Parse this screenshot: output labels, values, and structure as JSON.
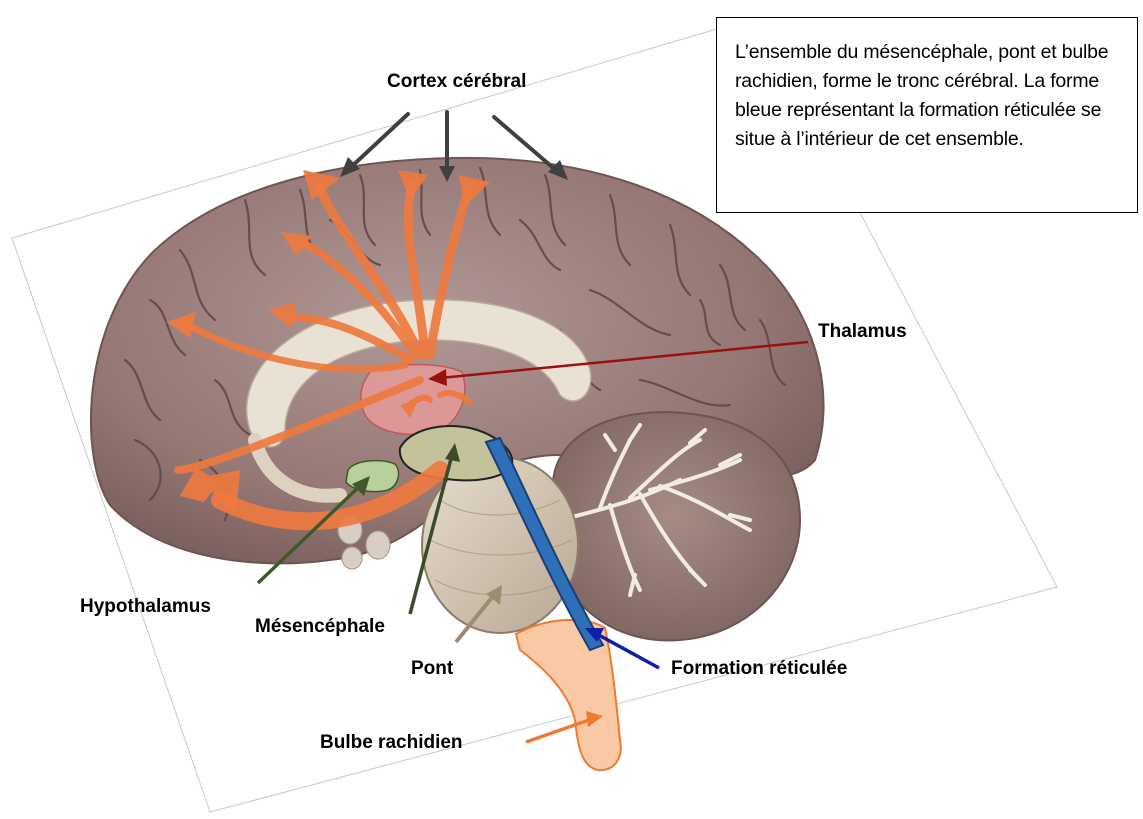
{
  "labels": {
    "cortex": "Cortex cérébral",
    "thalamus": "Thalamus",
    "hypothalamus": "Hypothalamus",
    "mesencephale": "Mésencéphale",
    "pont": "Pont",
    "formation_reticulee": "Formation réticulée",
    "bulbe": "Bulbe rachidien"
  },
  "note_text": "L’ensemble du mésencéphale, pont et bulbe rachidien, forme le tronc cérébral. La forme bleue représentant la formation réticulée se situe à l’intérieur de cet ensemble.",
  "colors": {
    "brain": "#9c7e7c",
    "thalamus": "#e8a0a0",
    "hypothalamus": "#b8d19a",
    "mesencephale": "#c4c29a",
    "reticular_formation": "#2f6fb8",
    "bulbe": "#f9c9a6",
    "orange_arrows": "#ee7a40",
    "cortex_arrows": "#404040"
  }
}
